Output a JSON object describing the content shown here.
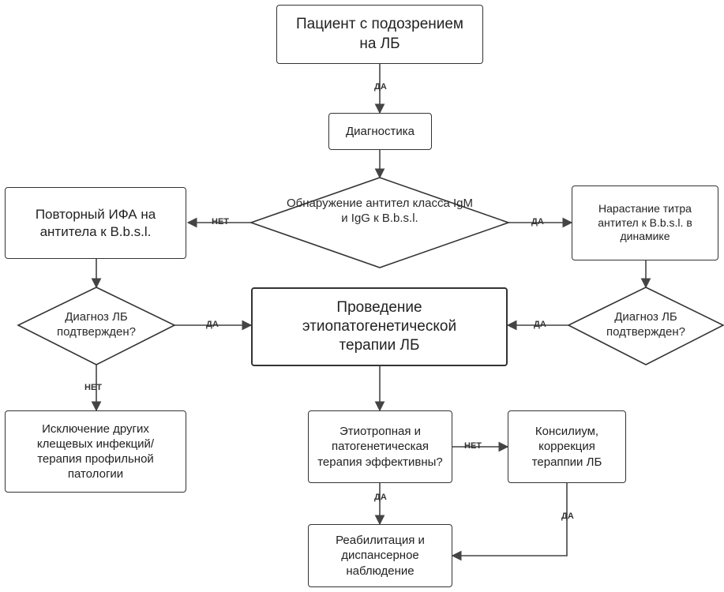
{
  "nodes": {
    "patient": "Пациент с подозрением на ЛБ",
    "diagnostics": "Диагностика",
    "detection": "Обнаружение антител класса IgM и IgG к B.b.s.l.",
    "repeat_ifa": "Повторный ИФА на антитела к B.b.s.l.",
    "titer_rise": "Нарастание титра антител к B.b.s.l. в динамике",
    "diag_confirmed_left": "Диагноз ЛБ подтвержден?",
    "diag_confirmed_right": "Диагноз ЛБ подтвержден?",
    "therapy": "Проведение этиопатогенетической терапии ЛБ",
    "exclusion": "Исключение других клещевых инфекций/терапия профильной патологии",
    "effective": "Этиотропная и патогенетическая терапия эффективны?",
    "council": "Консилиум, коррекция тераппии ЛБ",
    "rehab": "Реабилитация и диспансерное наблюдение"
  },
  "labels": {
    "yes_patient": "ДА",
    "no_detection": "НЕТ",
    "yes_detection": "ДА",
    "yes_left": "ДА",
    "no_left": "НЕТ",
    "yes_right": "ДА",
    "no_effective": "НЕТ",
    "yes_effective": "ДА",
    "yes_council": "ДА"
  }
}
